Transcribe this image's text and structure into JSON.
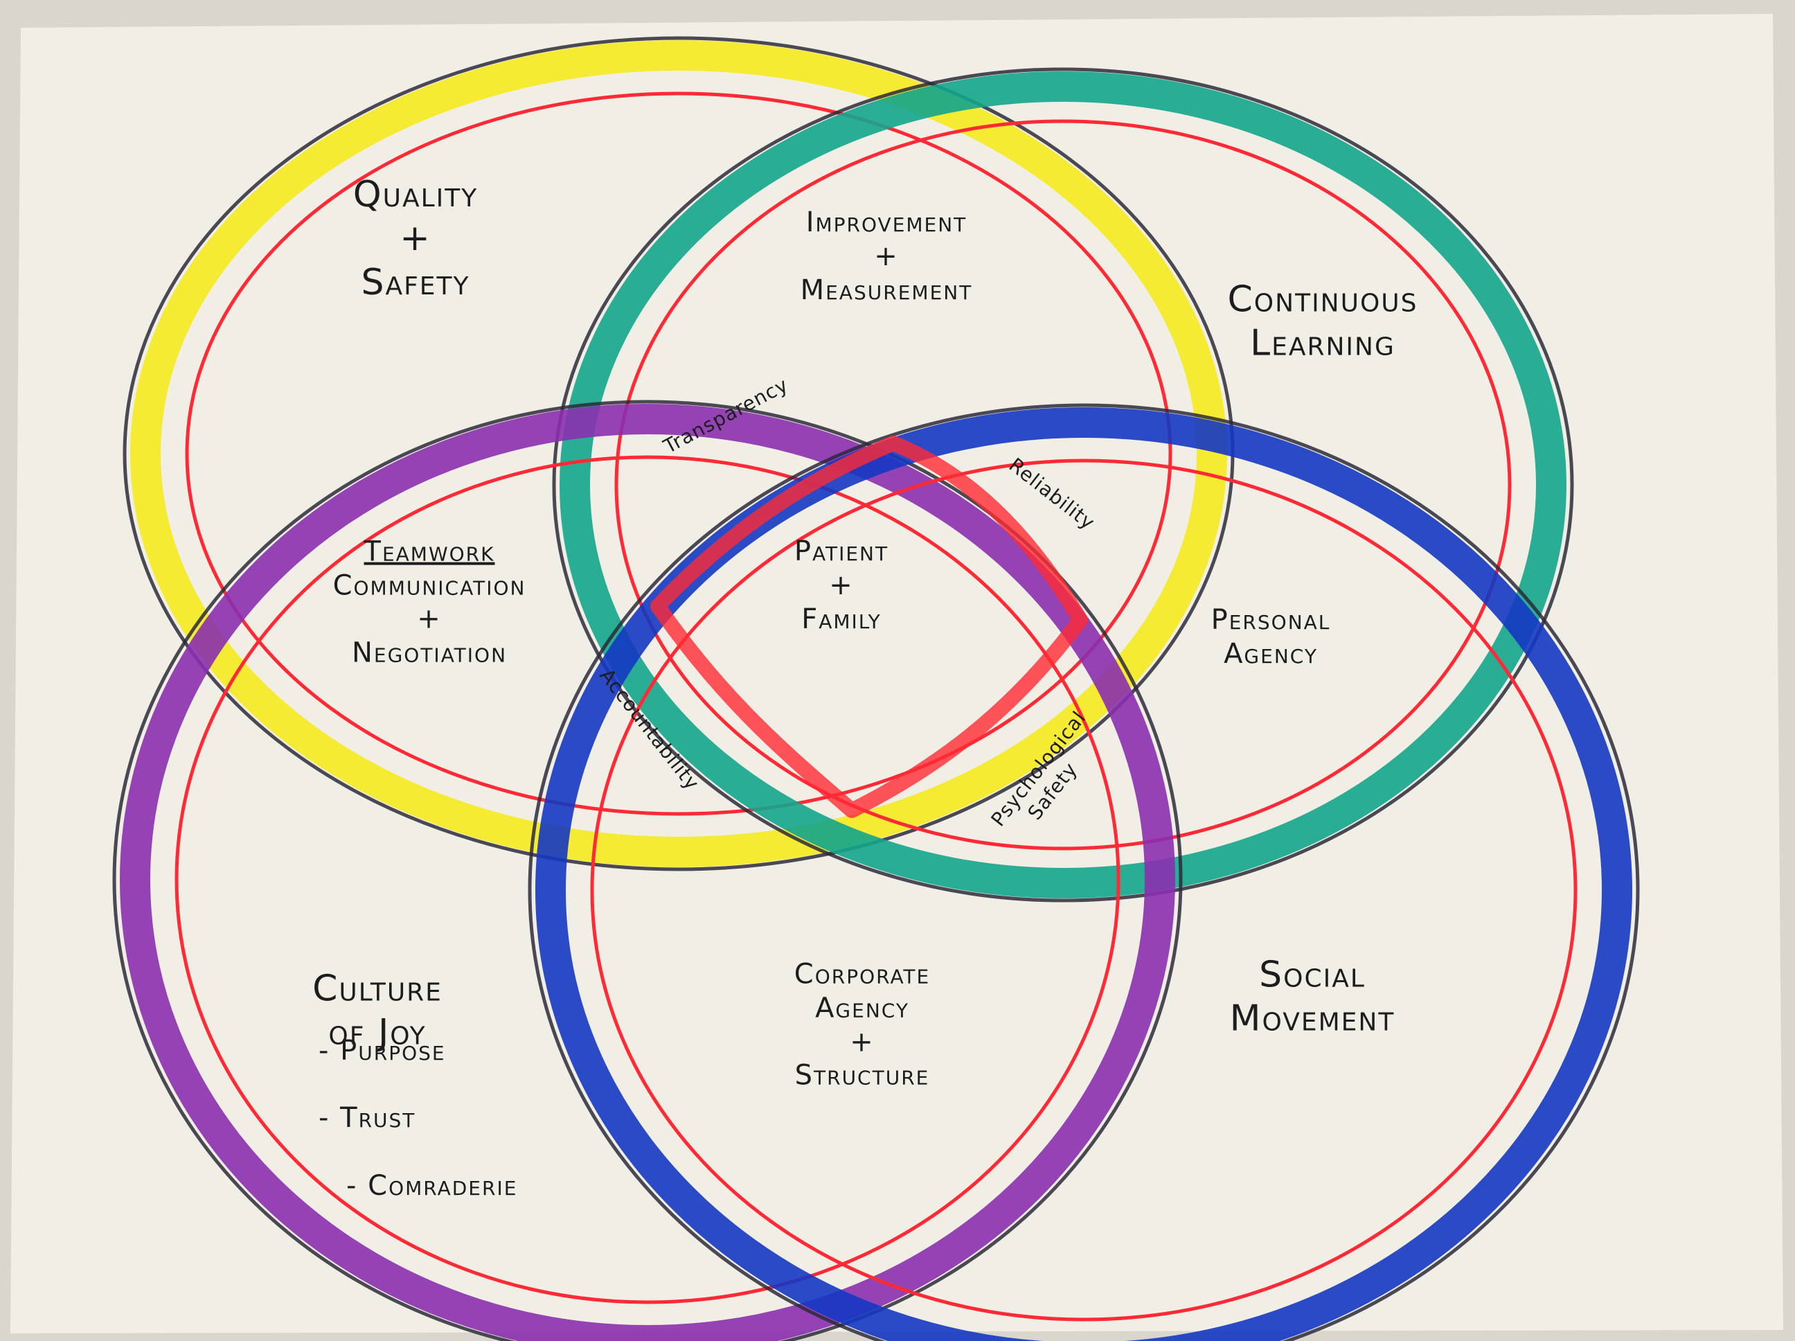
{
  "colors": {
    "paper": "#f1eee5",
    "yellow": "#f5ea1f",
    "teal": "#14a58c",
    "purple": "#8a2fae",
    "blue": "#1437c2",
    "red_outline": "#ff2a35",
    "ink": "#2b2a3a"
  },
  "circles": [
    {
      "name": "yellow-circle",
      "color": "yellow"
    },
    {
      "name": "teal-circle",
      "color": "teal"
    },
    {
      "name": "purple-circle",
      "color": "purple"
    },
    {
      "name": "blue-circle",
      "color": "blue"
    }
  ],
  "labels": {
    "quality_safety": "Quality\n+\nSafety",
    "improvement_measurement": "Improvement\n+\nMeasurement",
    "continuous_learning": "Continuous\nLearning",
    "teamwork_title": "Teamwork",
    "teamwork_rest": "Communication\n+\nNegotiation",
    "patient_family": "Patient\n+\nFamily",
    "personal_agency": "Personal\nAgency",
    "transparency": "Transparency",
    "reliability": "Reliability",
    "accountability": "Accountability",
    "psychological_safety": "Psychological\nSafety",
    "culture_of_joy": "Culture\nof Joy",
    "joy_items": [
      "- Purpose",
      "- Trust",
      "- Comraderie"
    ],
    "corporate_agency": "Corporate\nAgency\n+\nStructure",
    "social_movement": "Social\nMovement"
  }
}
